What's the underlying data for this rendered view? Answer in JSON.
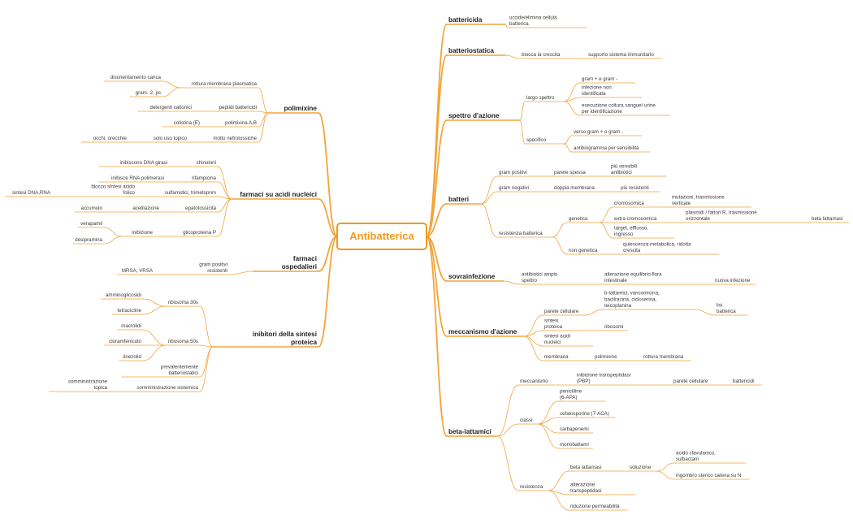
{
  "colors": {
    "line": "#f3a43a",
    "root_border": "#f09a1e",
    "text": "#333333"
  },
  "root": {
    "label": "Antibatterica"
  },
  "nodes": {
    "battericida": "battericida",
    "batt_desc": "uccide/elimina cellula batterica",
    "batteriostatica": "batteriostatica",
    "bs_blocca": "blocca la crescita",
    "bs_supporto": "supporto sistema immunitario",
    "spettro": "spettro d'azione",
    "largo": "largo spettro",
    "gram_pm": "gram + e gram -",
    "infez_non_id": "infezione non identificata",
    "esecuzione": "esecuzione coltura sangue/ urine per identificazione",
    "specifico": "specifico",
    "verso_gram": "verso gram + o gram -",
    "antibiogramma": "antibiogramma per sensibilità",
    "batteri": "batteri",
    "gram_pos": "gram positivi",
    "parete_spessa": "parete spessa",
    "piu_sensibili": "più sensibili antibiotici",
    "gram_neg": "gram negativi",
    "doppia_membrana": "doppia membrana",
    "piu_resistenti": "più resistenti",
    "resistenza_batt": "resistenza batterica",
    "genetica": "genetica",
    "cromosomica": "cromosomica",
    "mutazioni": "mutazioni, trasmissione verticale",
    "extra_crom": "extra cromosomica",
    "plasmidi": "plasmidi / fattori R, trasmissione orizzontale",
    "beta_latt_end": "beta lattamasi",
    "target": "target, efflusso, ingresso",
    "non_genetica": "non genetica",
    "quiescenza": "quiescenza metabolica, ridotta crescita",
    "sovrainfezione": "sovrainfezione",
    "antib_ampio": "antibiotici ampio spettro",
    "alterazione_flora": "alterazione equilibrio flora intestinale",
    "nuova_infez": "nuova infezione",
    "meccanismo_azione": "meccanismo d'azione",
    "parete_cell": "parete cellulare",
    "blattamici_list": "b-lattamici, vancomicina, bacitracina, cicloserina, teicoplanina",
    "lisi": "lisi batterica",
    "sintesi_prot": "sintesi proteica",
    "ribosomi": "ribosomi",
    "sintesi_acidi": "sintesi acidi nucleici",
    "membrana": "membrana",
    "polimixine_leaf": "polimixine",
    "rottura_membrana": "rottura membrana",
    "beta_lattamici": "beta-lattamici",
    "meccanismo": "meccanismo",
    "inib_transpep": "inibizione transpeptidasi (PBP)",
    "parete_cell2": "parete cellulare",
    "battericidi": "battericidi",
    "classi": "classi",
    "penicilline": "penicilline (6-APA)",
    "cefalosporine": "cefalosporine (7-ACA)",
    "carbapenemi": "carbapenemi",
    "monobattami": "monobattami",
    "resistenza": "resistenza",
    "beta_latt2": "beta lattamasi",
    "soluzione": "soluzione",
    "acido_clav": "acido clavulanico, sulbactam",
    "ingombro": "ingombro sterico catena su N",
    "alter_transpep": "alterazione transpeptidasi",
    "riduz_perm": "riduzione permeabilità",
    "polimixine": "polimixine",
    "rottura_pm": "rottura membrana plasmatica",
    "disorientamento": "disorientamento carica",
    "gram2ps": "gram- 2, ps",
    "peptidi": "peptidi battericidi",
    "detergenti": "detergenti cationici",
    "polimixina_ab": "polimixina A,B",
    "colistina": "colistina (E)",
    "nefrotossiche": "molto nefrotossiche",
    "solo_topico": "solo uso topico",
    "occhi": "occhi, orecchie",
    "farmaci_acidi": "farmaci su acidi nucleici",
    "chinoloni": "chinoloni",
    "inib_dna": "inibiscono DNA girasi",
    "rifampicina": "rifampicina",
    "inib_rna": "inibisce RNA polimerasi",
    "sulfamidici": "sulfamidici, trimetoprim",
    "blocco_folico": "blocco sintesi acido folico",
    "sintesi_dna": "sintesi DNA,RNA",
    "epatotossicita": "epatotossicità",
    "acetilazione": "acetilazione",
    "accumulo": "accumulo",
    "glicoproteina": "glicoproteina P",
    "inibizione": "inibizione",
    "verapamil": "verapamil",
    "desipramina": "desipramina",
    "farmaci_osp": "farmaci ospedalieri",
    "gram_pos_res": "gram positivi resistenti",
    "mrsa": "MRSA, VRSA",
    "inibitori_sintesi": "inibitori della sintesi proteica",
    "ribosoma30": "ribosoma 30s",
    "amminoglicosidi": "amminoglicosidi",
    "tetracicline": "tetracicline",
    "ribosoma50": "ribosoma 50s",
    "macrolidi": "macrolidi",
    "cloramfenicolo": "cloramfenicolo",
    "linezolid": "linezolid",
    "prevalentemente": "prevalentemente batteriostatici",
    "somm_sistemica": "somministrazione sistemica",
    "somm_topica": "somministrazione topica"
  }
}
